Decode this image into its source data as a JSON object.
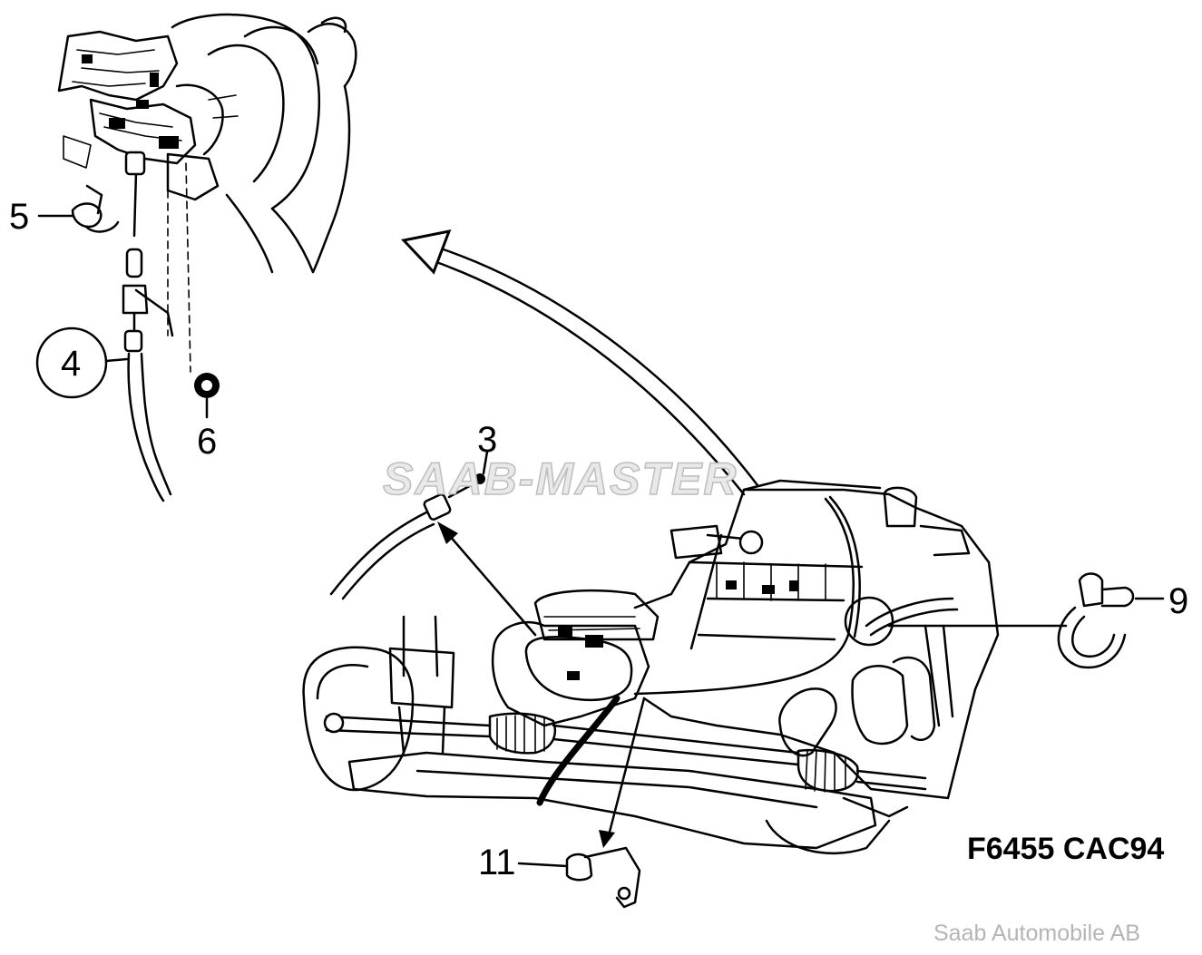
{
  "labels": {
    "part_3": "3",
    "part_4": "4",
    "part_5": "5",
    "part_6": "6",
    "part_9": "9",
    "part_11": "11"
  },
  "figure_code": "F6455 CAC94",
  "watermark": "SAAB-MASTER",
  "copyright": "Saab Automobile AB"
}
